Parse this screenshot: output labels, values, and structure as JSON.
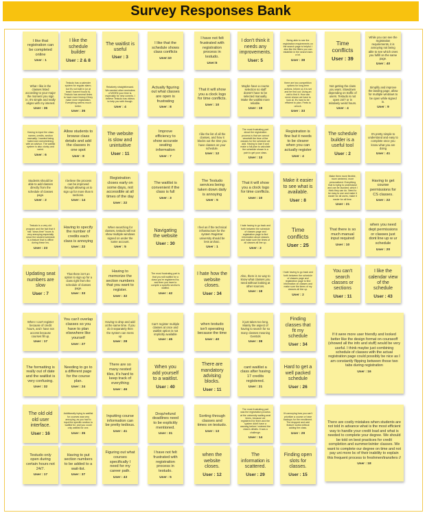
{
  "title": "Survey Responses Bank",
  "colors": {
    "title_bar": "#f8c20f",
    "note": "#fbf19d",
    "board_border": "#f2c94c"
  },
  "notes": [
    {
      "text": "I like that registration can be completed online",
      "user": "User : 1"
    },
    {
      "text": "I like the schedule builder",
      "user": "User : 2 & 8"
    },
    {
      "text": "The waitlist is useful",
      "user": "User : 3"
    },
    {
      "text": "I like that the schedule shows class conflicts",
      "user": "User:10"
    },
    {
      "text": "I have not felt frustrated with registration process in testudo.",
      "user": "User:5"
    },
    {
      "text": "I don't think it needs any improvements.",
      "user": "User: 5"
    },
    {
      "text": "Being able to see the registration requirements on the search page is helpful. I also like the filters you can establish in the search bars a lot.",
      "user": "User : 38"
    },
    {
      "text": "Time conflicts",
      "user": "User : 39"
    },
    {
      "text": "While you can see the registration requirements, it is annoying not being able to see which ones you fulfill on the same page.",
      "user": "User : 40"
    },
    {
      "text": "What I like is the classes listed according to your major the moment you sign in. It's simple and really aligns with my interest",
      "user": "User : 36"
    },
    {
      "text": "Testudo has a calender system for regular alarm, but it's not built in (or at least I haven't found it). Testudo has several times to have more history if they make more registration. Everything seems much better.",
      "user": "User : 35"
    },
    {
      "text": "Relatively straightforward. We needed other reminders of WHEN your time is, especially for new comers. I believe Testudo has videos to help you with though.",
      "user": "User : 4"
    },
    {
      "text": "Actually figuring out what classes are open is frustrating",
      "user": "User : 8"
    },
    {
      "text": "That it will show you a clock logo for time conflicts.",
      "user": "User : 10"
    },
    {
      "text": "Maybe have a course selection so staff doesn't have to be selected manually. Make the waitlist more reliable.",
      "user": "User : 19"
    },
    {
      "text": "there are two competition options for long-term actions. Inform us it is set and be find out. Using an unit to find it. How can never shown we have to look at. It's hard to be efficient to plan. Feels to unlock.",
      "user": "User : 33"
    },
    {
      "text": "Not getting the class you want. Slowdown depending on traffic of users. Testudo is not open 24/7 or in relatively weird hours.",
      "user": "User : 4"
    },
    {
      "text": "Simplify and improve the landing page, allow for multiple windows to be open while signed in.",
      "user": "User : 9"
    },
    {
      "text": "Having to input the class names, credits, section manually. I wanted being hated and overwhelming with an advisor. The waitlist system is also clunky and weird.",
      "user": "User : 6"
    },
    {
      "text": "Allow students to browse class details and add the classes in one spot",
      "user": "User : 8"
    },
    {
      "text": "The website is slow and unintuitive",
      "user": "User : 11"
    },
    {
      "text": "Improve efficiency to show accurate seating information",
      "user": "User : 7"
    },
    {
      "text": "I like the list of all the classes, and how it blocks out the time you have classes on your schedule.",
      "user": "User : 12"
    },
    {
      "text": "The most frustrating part about the registration process is that we cannot view/edit the time of the classes for the schedule we add. Having to lose it and make a full plan to calculate the schedule shown is a pain to get your class.",
      "user": "User : 13"
    },
    {
      "text": "Registration is fine but it needs to be clearer when you can actually register",
      "user": "User : 4"
    },
    {
      "text": "The schedule builder is a useful tool",
      "user": "User : 2"
    },
    {
      "text": "It's pretty simple to understand and easy to complete once you know what you are doing",
      "user": "User : 41"
    },
    {
      "text": "Students should be able to add classes directly from the schedule of classes page.",
      "user": "User : 2"
    },
    {
      "text": "I believe the process can be improved through allowing us to sign up for more than 5 sections.",
      "user": "User : 14"
    },
    {
      "text": "Registration closes early on some days, not accessible at all times of the day",
      "user": "User : 22"
    },
    {
      "text": "The waitlist is convenient if the class is full",
      "user": "User : 3"
    },
    {
      "text": "The Testudo services being taken down daily is annoying",
      "user": "User : 5"
    },
    {
      "text": "That it will show you a clock logo for time conflicts.",
      "user": "User : 10"
    },
    {
      "text": "Make it easier to see what is available.",
      "user": "User : 8"
    },
    {
      "text": "Make them more flexible, more centered, more personalized. Everything that is trying to understand and can be avoided, which I think they can do. Need to be easy to use and make it easier for all users, make it easier for all time.",
      "user": "User : 21"
    },
    {
      "text": "Having to get course permissions for CS classes.",
      "user": "User : 22"
    },
    {
      "text": "Testudo is a very old program and the fact that it has \"down-time\" hours is very annoying especially since the student schedule is a feature that is offline during these hrs.",
      "user": "User : 23"
    },
    {
      "text": "Having to specify the number of credits each class is annoying",
      "user": "User : 22"
    },
    {
      "text": "When searching for classes, testudo will not show multiple windows signed on under the same account.",
      "user": "User : 5"
    },
    {
      "text": "Navigating the website",
      "user": "User : 30"
    },
    {
      "text": "I feel as if the technical infrastructure for the system Registrar university should be less archaic.",
      "user": "User : 1"
    },
    {
      "text": "I hate having to go back and forth between the schedule of classes page and registration page to find information about classes and make sure the times of all classes all line up.",
      "user": "User : 2"
    },
    {
      "text": "Time conflicts",
      "user": "User : 25"
    },
    {
      "text": "That there is so much manual input required",
      "user": "User : 10"
    },
    {
      "text": "when you need dept permissions or classes just dont line up w ur schedule",
      "user": "User : 20"
    },
    {
      "text": "Updating seat numbers are slow",
      "user": "User : 7"
    },
    {
      "text": "That there isn't an option to sign up for a class right from the schedule of classes page.",
      "user": "User : 33"
    },
    {
      "text": "Having to memorize the section numbers that you want to register.",
      "user": "User : 32"
    },
    {
      "text": "The most frustrating part is that you will waitlist for a class you're registered for, and then you have to compile a specific section's waitlist.",
      "user": "User : 42"
    },
    {
      "text": "I hate how the website closes.",
      "user": "User : 34"
    },
    {
      "text": "Also, there is no way to know what classes you need without looking at other sources.",
      "user": "User : 18"
    },
    {
      "text": "I hate having to go back and forth between the schedule of classes page and registration page to find information on classes and make sure the times of my classes all line up.",
      "user": "User : 2"
    },
    {
      "text": "You can't search classes or sections",
      "user": "User : 11"
    },
    {
      "text": "I like the calendar view of the schedule",
      "user": "User : 43"
    },
    {
      "text": "When I can't register because of credit hours, and I have not access because courses fill up.",
      "user": "User : 17"
    },
    {
      "text": "You can't overlap classes so you have to plan elsewhere like yourself",
      "user": "User : 27"
    },
    {
      "text": "Having to drop and add at the same time. If you do it separately then the system can mess up",
      "user": "User : 28"
    },
    {
      "text": "Can't register multiple classes at once and waitlist option is not implicitly available",
      "user": "User : 45"
    },
    {
      "text": "when testudo isn't operating because the time",
      "user": "User : 40"
    },
    {
      "text": "it just takes too long. Mainly the aspect of having to search for so many classes meaning GenEds",
      "user": "User : 38"
    },
    {
      "text": "Finding classes that fit my schedule",
      "user": "User : 34"
    },
    {
      "text": "If it were more user friendly and looked better like the design format on courseoff (showed all the info and stuff) would be very useful. I think maybe just combining schedule of classes with the actual registration page could possibly be nice as I am constantly flipping between those two tabs during registration",
      "user": "User : 16"
    },
    {
      "text": "The formatting is really out of date and the waitlist is very confusing.",
      "user": "User : 32"
    },
    {
      "text": "Needing to go to a different page for the course plan.",
      "user": "User : 24"
    },
    {
      "text": "There are so many nested tiles, it's hard to keep track of everything",
      "user": "User : 46"
    },
    {
      "text": "When you add yourself to a waitlist.",
      "user": "User : 40"
    },
    {
      "text": "There are mandatory advising blocks.",
      "user": "User : 11"
    },
    {
      "text": "cant waitlist a class after having 17 credits registered.",
      "user": "User : 21"
    },
    {
      "text": "Hard to get a well packed schedule",
      "user": "User : 26"
    },
    {
      "text": "The old old old user interface.",
      "user": "User : 16"
    },
    {
      "text": "Additionally trying to waitlist for courses was very annoying, as you had to input the specific section to waitlist for, and you could only waitlist for one.",
      "user": "User : 35"
    },
    {
      "text": "Inputting course information can be pretty tedious.",
      "user": "User : 41"
    },
    {
      "text": "Drop/refund deadlines need to be explicitly mentioned.",
      "user": "User : 31"
    },
    {
      "text": "Sorting through classes and times on testudo.",
      "user": "User : 13"
    },
    {
      "text": "The most frustrating part was the registration process at the university waiting seat times, because we registered for them and the system didn't have a warning before I entered the class's details. It was a challenge.",
      "user": "User : 14"
    },
    {
      "text": "It's annoying how you can't prioritize a course or have backups for the enrollment. The dropped and add feature works without adding the class.",
      "user": "User : 29"
    },
    {
      "text": "There are costly mistakes when students are not told in advance what is the most efficient way to handle your credit load and what is needed to complete your degree. We should be told on best practices for credit completion and summer/winter classes. We want to complete our degree on time and not pay uni more bc of their inability to explain this frequent process to freshmen/transfers //",
      "user": "User : 18"
    },
    {
      "text": "Testudo only open during certain hours not 24/7.",
      "user": "User : 17"
    },
    {
      "text": "Having to put section numbers to be added to a wait-list.",
      "user": "User : 37"
    },
    {
      "text": "Figuring out what courses specifically I need for my career path.",
      "user": "User : 43"
    },
    {
      "text": "I have not felt frustrated with registration process in testudo.",
      "user": "User : 5"
    },
    {
      "text": "when the website closes.",
      "user": "User : 12"
    },
    {
      "text": "The information is scattered.",
      "user": "User : 29"
    },
    {
      "text": "Finding open slots for classes.",
      "user": "User : 15"
    }
  ]
}
